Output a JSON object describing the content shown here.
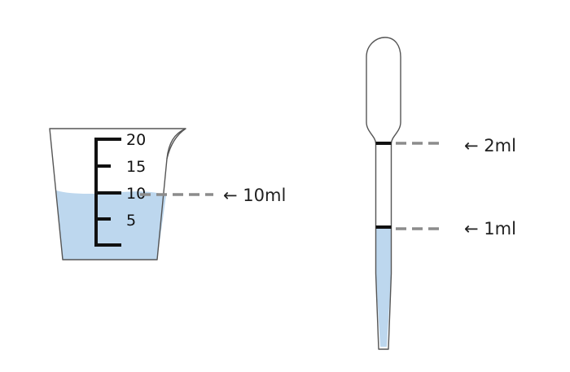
{
  "beaker": {
    "scale_labels": [
      "20",
      "15",
      "10",
      "5"
    ],
    "liquid_level": 10,
    "scale_max": 20,
    "callout": "← 10ml"
  },
  "pipette": {
    "mark_labels": [
      "← 2ml",
      "← 1ml"
    ],
    "liquid_level_ml": 1
  },
  "colors": {
    "liquid": "#bdd7ee",
    "outline": "#555555",
    "scale": "#111111",
    "dash": "#8c8c8c"
  }
}
